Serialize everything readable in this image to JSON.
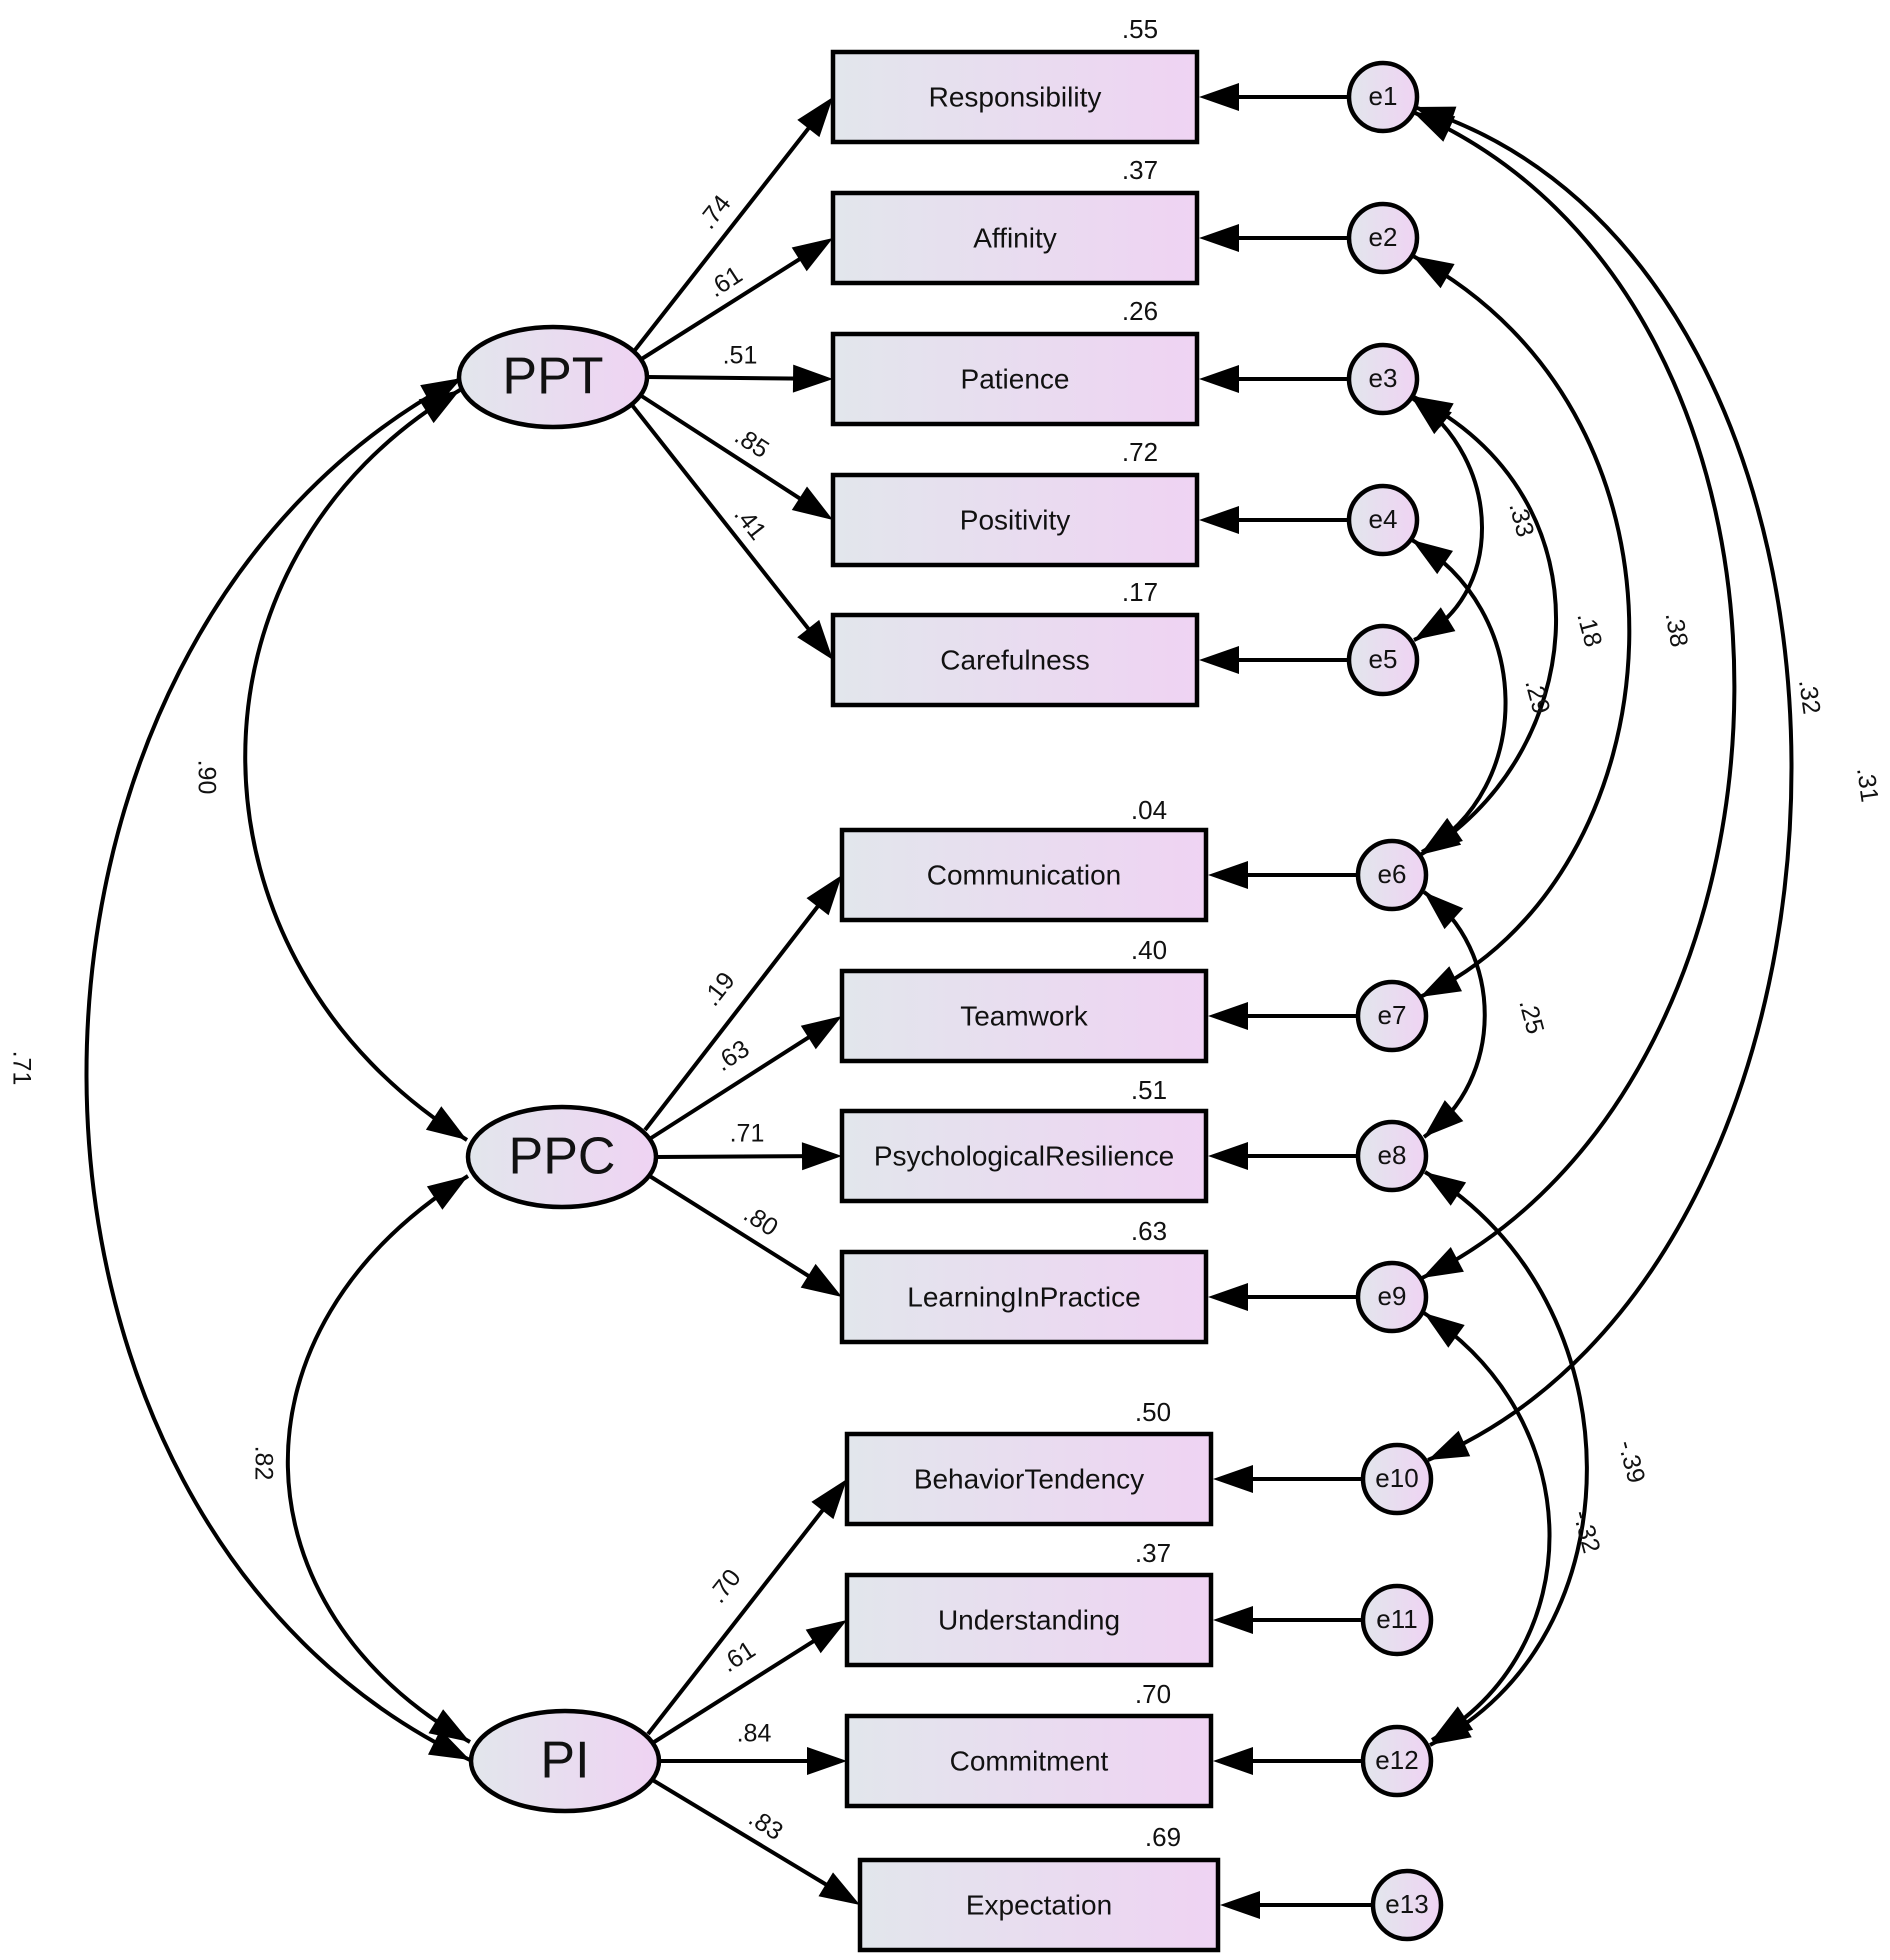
{
  "colors": {
    "node_fill_start": "#e2e6ec",
    "node_fill_end": "#efd3f3",
    "stroke": "#000000"
  },
  "latents": [
    {
      "id": "PPT",
      "label": "PPT"
    },
    {
      "id": "PPC",
      "label": "PPC"
    },
    {
      "id": "PI",
      "label": "PI"
    }
  ],
  "observed": [
    {
      "id": "Responsibility",
      "label": "Responsibility",
      "r2": ".55",
      "loading": ".74",
      "factor": "PPT",
      "error": "e1"
    },
    {
      "id": "Affinity",
      "label": "Affinity",
      "r2": ".37",
      "loading": ".61",
      "factor": "PPT",
      "error": "e2"
    },
    {
      "id": "Patience",
      "label": "Patience",
      "r2": ".26",
      "loading": ".51",
      "factor": "PPT",
      "error": "e3"
    },
    {
      "id": "Positivity",
      "label": "Positivity",
      "r2": ".72",
      "loading": ".85",
      "factor": "PPT",
      "error": "e4"
    },
    {
      "id": "Carefulness",
      "label": "Carefulness",
      "r2": ".17",
      "loading": ".41",
      "factor": "PPT",
      "error": "e5"
    },
    {
      "id": "Communication",
      "label": "Communication",
      "r2": ".04",
      "loading": ".19",
      "factor": "PPC",
      "error": "e6"
    },
    {
      "id": "Teamwork",
      "label": "Teamwork",
      "r2": ".40",
      "loading": ".63",
      "factor": "PPC",
      "error": "e7"
    },
    {
      "id": "PsychologicalResilience",
      "label": "PsychologicalResilience",
      "r2": ".51",
      "loading": ".71",
      "factor": "PPC",
      "error": "e8"
    },
    {
      "id": "LearningInPractice",
      "label": "LearningInPractice",
      "r2": ".63",
      "loading": ".80",
      "factor": "PPC",
      "error": "e9"
    },
    {
      "id": "BehaviorTendency",
      "label": "BehaviorTendency",
      "r2": ".50",
      "loading": ".70",
      "factor": "PI",
      "error": "e10"
    },
    {
      "id": "Understanding",
      "label": "Understanding",
      "r2": ".37",
      "loading": ".61",
      "factor": "PI",
      "error": "e11"
    },
    {
      "id": "Commitment",
      "label": "Commitment",
      "r2": ".70",
      "loading": ".84",
      "factor": "PI",
      "error": "e12"
    },
    {
      "id": "Expectation",
      "label": "Expectation",
      "r2": ".69",
      "loading": ".83",
      "factor": "PI",
      "error": "e13"
    }
  ],
  "errors": [
    "e1",
    "e2",
    "e3",
    "e4",
    "e5",
    "e6",
    "e7",
    "e8",
    "e9",
    "e10",
    "e11",
    "e12",
    "e13"
  ],
  "latent_correlations": [
    {
      "from": "PPT",
      "to": "PPC",
      "value": ".90"
    },
    {
      "from": "PPC",
      "to": "PI",
      "value": ".82"
    },
    {
      "from": "PPT",
      "to": "PI",
      "value": ".71"
    }
  ],
  "error_covariances": [
    {
      "from": "e3",
      "to": "e5",
      "value": ".33"
    },
    {
      "from": "e3",
      "to": "e6",
      "value": ".18"
    },
    {
      "from": "e4",
      "to": "e6",
      "value": ".29"
    },
    {
      "from": "e2",
      "to": "e7",
      "value": ".38"
    },
    {
      "from": "e1",
      "to": "e9",
      "value": ".32"
    },
    {
      "from": "e1",
      "to": "e10",
      "value": ".31"
    },
    {
      "from": "e6",
      "to": "e8",
      "value": ".25"
    },
    {
      "from": "e8",
      "to": "e12",
      "value": "-.39"
    },
    {
      "from": "e9",
      "to": "e12",
      "value": "-.32"
    }
  ]
}
